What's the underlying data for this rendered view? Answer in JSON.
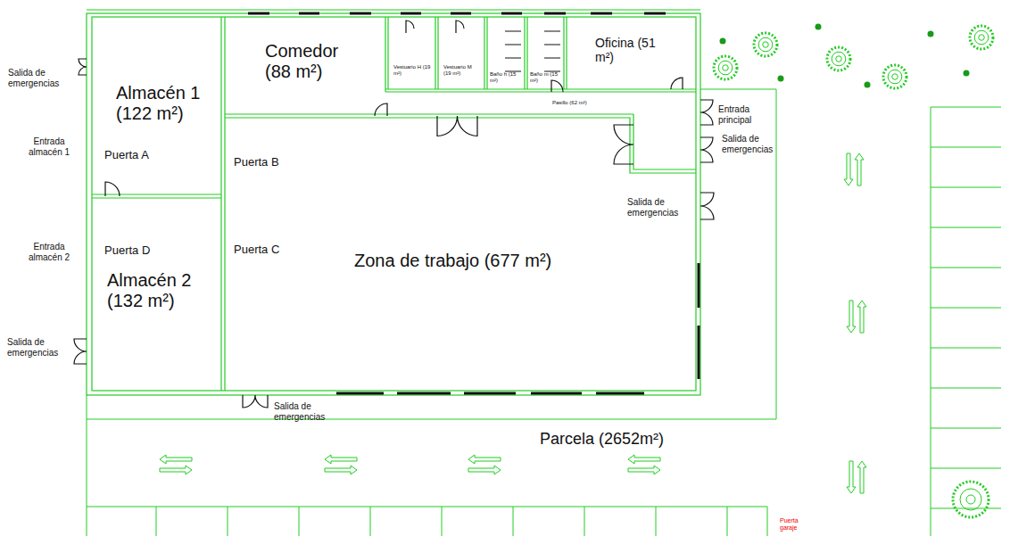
{
  "diagram": {
    "nodes": [
      {
        "text": [
          "Almacén 1 (122 m²)"
        ]
      },
      {
        "text": [
          "Comedor (88 m²)"
        ]
      },
      {
        "text": [
          "Vestuario H (19 m²)"
        ]
      },
      {
        "text": [
          "Vestuario M (19 m²)"
        ]
      },
      {
        "text": [
          "Baño h (15 m²)"
        ]
      },
      {
        "text": [
          "Baño m (15 m²)"
        ]
      },
      {
        "text": [
          "Oficina (51 m²)"
        ]
      },
      {
        "text": [
          "Pasillo (62 m²)"
        ]
      },
      {
        "text": [
          "Zona de trabajo (677 m²)"
        ]
      },
      {
        "text": [
          "Almacén 2 (132 m²)"
        ]
      }
    ],
    "labels": [
      "Salida de emergencias",
      "Entrada almacén 1",
      "Puerta A",
      "Puerta B",
      "Entrada principal",
      "Salida de emergencias",
      "Salida de emergencias",
      "Entrada almacén 2",
      "Puerta D",
      "Puerta C",
      "Salida de emergencias",
      "Salida de emergencias",
      "Parcela (2652m²)",
      "Puerta garaje"
    ]
  }
}
